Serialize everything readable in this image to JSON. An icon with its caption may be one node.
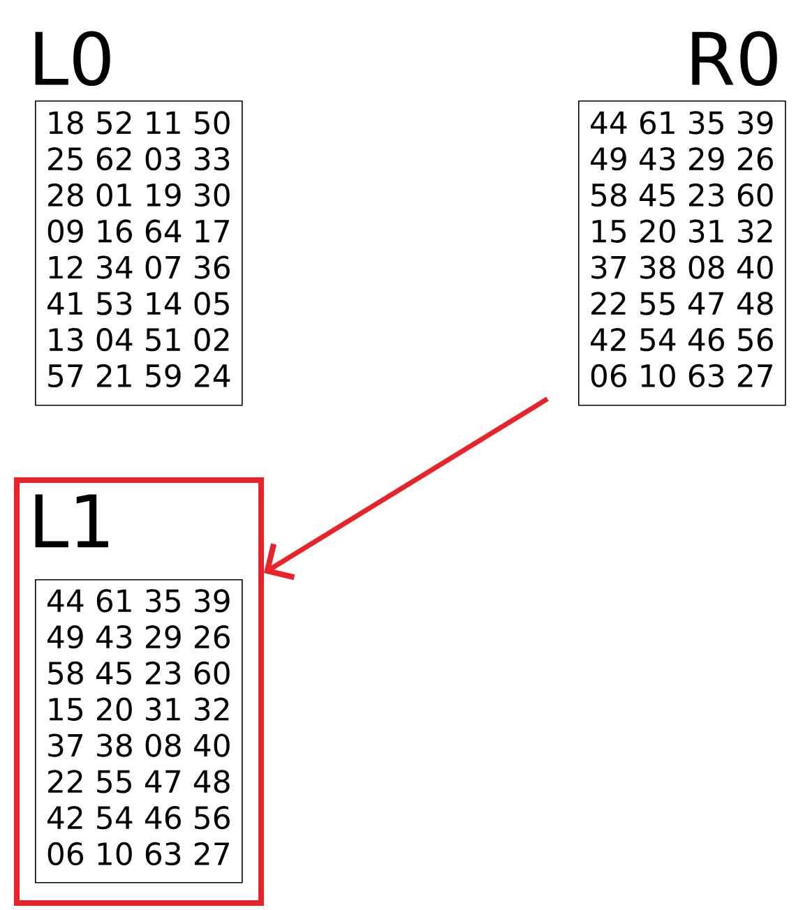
{
  "diagram": {
    "nodes": [
      {
        "text": [
          "L0",
          "18 52 11 50",
          "25 62 03 33",
          "28 01 19 30",
          "09 16 64 17",
          "12 34 07 36",
          "41 53 14 05",
          "13 04 51 02",
          "57 21 59 24"
        ]
      },
      {
        "text": [
          "R0",
          "44 61 35 39",
          "49 43 29 26",
          "58 45 23 60",
          "15 20 31 32",
          "37 38 08 40",
          "22 55 47 48",
          "42 54 46 56",
          "06 10 63 27"
        ]
      },
      {
        "text": [
          "L1"
        ]
      },
      {
        "text": [
          "44 61 35 39",
          "49 43 29 26",
          "58 45 23 60",
          "15 20 31 32",
          "37 38 08 40",
          "22 55 47 48",
          "42 54 46 56",
          "06 10 63 27"
        ],
        "in": 2
      }
    ],
    "edges": [
      {
        "from": 1,
        "to": 2,
        "arrow": "to",
        "color": "#e8232a"
      }
    ]
  }
}
